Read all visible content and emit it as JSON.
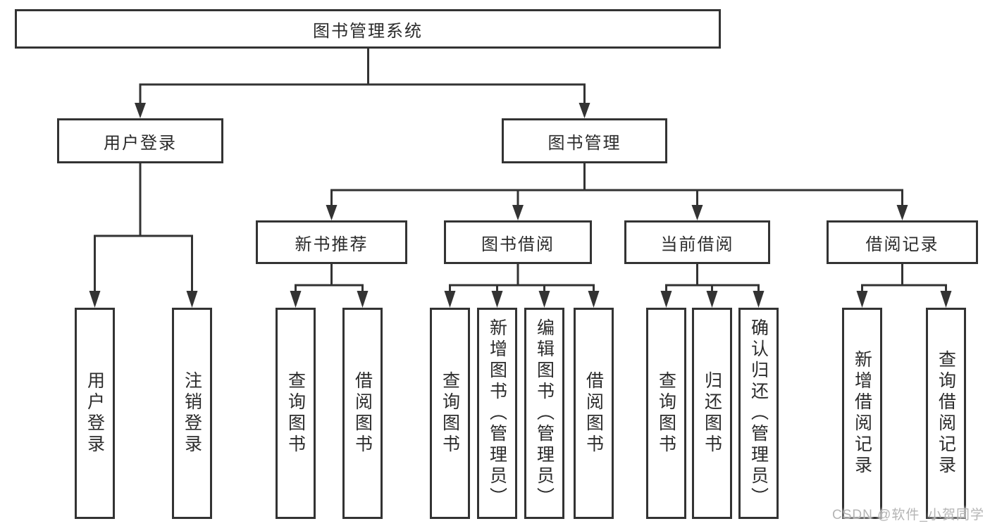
{
  "nodes": {
    "root": "图书管理系统",
    "level2": [
      "用户登录",
      "图书管理"
    ],
    "level3": [
      "新书推荐",
      "图书借阅",
      "当前借阅",
      "借阅记录"
    ],
    "leaves_user_login": [
      "用户登录",
      "注销登录"
    ],
    "leaves_new_book": [
      "查询图书",
      "借阅图书"
    ],
    "leaves_book_borrow": [
      "查询图书",
      "新增图书（管理员）",
      "编辑图书（管理员）",
      "借阅图书"
    ],
    "leaves_current_borrow": [
      "查询图书",
      "归还图书",
      "确认归还（管理员）"
    ],
    "leaves_borrow_record": [
      "新增借阅记录",
      "查询借阅记录"
    ]
  },
  "watermark": "CSDN @软件_小贺同学",
  "colors": {
    "line": "#333333",
    "text": "#2b2b2b",
    "watermark": "#b5b5b5",
    "background": "#ffffff"
  }
}
